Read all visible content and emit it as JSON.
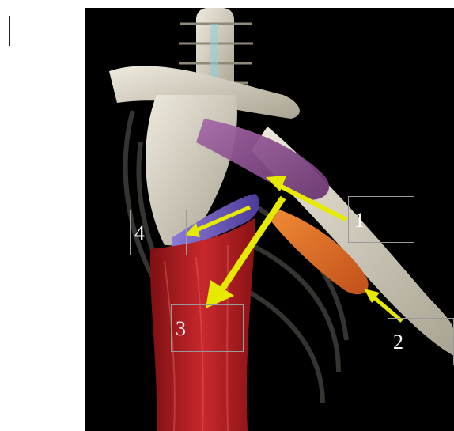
{
  "labels": {
    "one": "1",
    "two": "2",
    "three": "3",
    "four": "4"
  },
  "colors": {
    "background": "#000000",
    "bone": "#d8d2c2",
    "muscle_purple": "#8a4d8c",
    "muscle_orange": "#e06a1e",
    "muscle_red": "#b51f24",
    "muscle_violet": "#6a56b8",
    "arrow": "#e6ea00",
    "box_border": "#9a9a9a"
  }
}
